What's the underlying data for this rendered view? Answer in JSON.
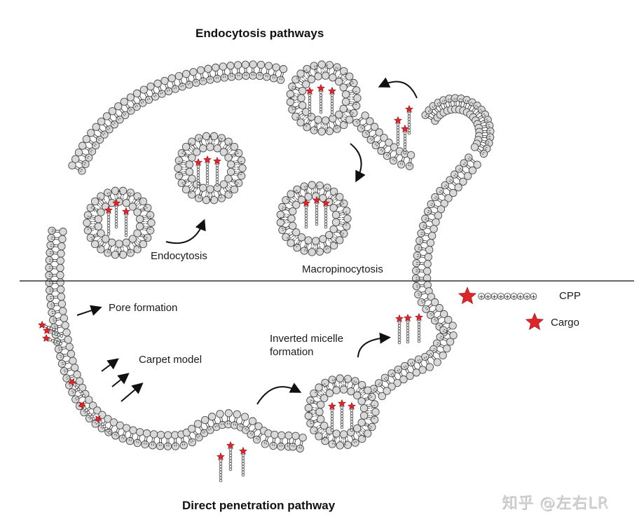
{
  "titles": {
    "top": "Endocytosis pathways",
    "bottom": "Direct penetration pathway"
  },
  "labels": {
    "endocytosis": "Endocytosis",
    "macropinocytosis": "Macropinocytosis",
    "pore_formation": "Pore formation",
    "carpet_model": "Carpet model",
    "inverted_micelle_line1": "Inverted micelle",
    "inverted_micelle_line2": "formation"
  },
  "legend": {
    "cpp": {
      "label": "CPP",
      "charge_symbol": "+",
      "bead_count": 9
    },
    "cargo": {
      "label": "Cargo"
    }
  },
  "watermark": "知乎 @左右LR",
  "colors": {
    "cargo_star": "#e0252a",
    "lipid_head_fill": "#d9d9d9",
    "lipid_outline": "#4a4a4a",
    "divider": "#333333",
    "arrow": "#111111"
  }
}
